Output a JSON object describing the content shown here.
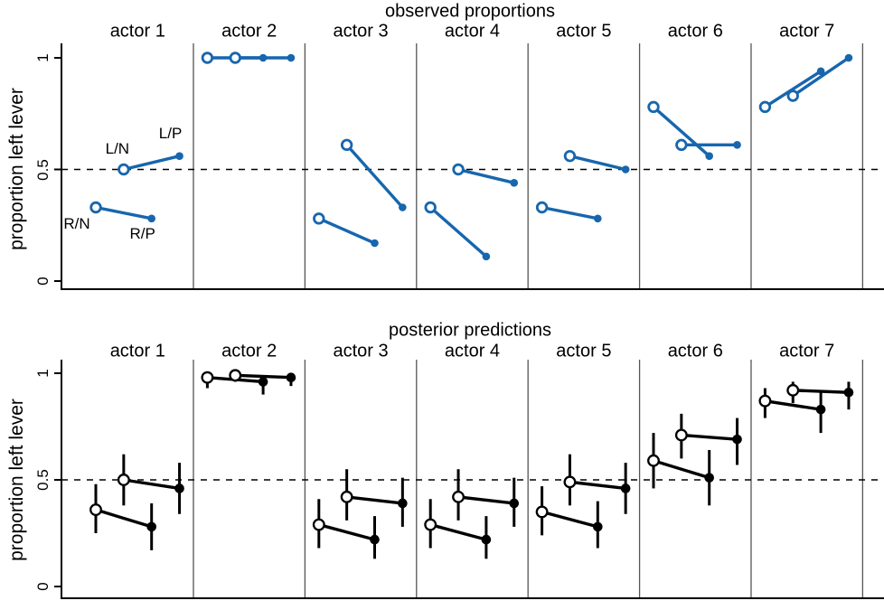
{
  "figure": {
    "top_title": "observed proportions",
    "bottom_title": "posterior predictions",
    "y_axis_label": "proportion left lever",
    "y_ticks": [
      "0",
      "0.5",
      "1"
    ],
    "actors": [
      "actor 1",
      "actor 2",
      "actor 3",
      "actor 4",
      "actor 5",
      "actor 6",
      "actor 7"
    ],
    "conditions": [
      "R/N",
      "L/N",
      "R/P",
      "L/P"
    ],
    "reference_level": 0.5,
    "colors": {
      "observed_blue": "#1766AE",
      "posterior_black": "#000000",
      "separator_gray": "#555555",
      "background": "#ffffff"
    }
  },
  "chart_data": [
    {
      "type": "line",
      "title": "observed proportions",
      "ylabel": "proportion left lever",
      "ylim": [
        0,
        1
      ],
      "yticks": [
        0,
        0.5,
        1
      ],
      "reference_line_y": 0.5,
      "categories": [
        "R/N",
        "L/N",
        "R/P",
        "L/P"
      ],
      "open_markers": [
        "R/N",
        "L/N"
      ],
      "filled_markers": [
        "R/P",
        "L/P"
      ],
      "connected_pairs": [
        [
          "R/N",
          "R/P"
        ],
        [
          "L/N",
          "L/P"
        ]
      ],
      "grid": false,
      "legend": "none",
      "actors": [
        {
          "name": "actor 1",
          "values": [
            0.33,
            0.5,
            0.28,
            0.56
          ]
        },
        {
          "name": "actor 2",
          "values": [
            1.0,
            1.0,
            1.0,
            1.0
          ]
        },
        {
          "name": "actor 3",
          "values": [
            0.28,
            0.61,
            0.17,
            0.33
          ]
        },
        {
          "name": "actor 4",
          "values": [
            0.33,
            0.5,
            0.11,
            0.44
          ]
        },
        {
          "name": "actor 5",
          "values": [
            0.33,
            0.56,
            0.28,
            0.5
          ]
        },
        {
          "name": "actor 6",
          "values": [
            0.78,
            0.61,
            0.56,
            0.61
          ]
        },
        {
          "name": "actor 7",
          "values": [
            0.78,
            0.83,
            0.94,
            1.0
          ]
        }
      ]
    },
    {
      "type": "pointrange",
      "title": "posterior predictions",
      "ylabel": "proportion left lever",
      "ylim": [
        0,
        1
      ],
      "yticks": [
        0,
        0.5,
        1
      ],
      "reference_line_y": 0.5,
      "categories": [
        "R/N",
        "L/N",
        "R/P",
        "L/P"
      ],
      "open_markers": [
        "R/N",
        "L/N"
      ],
      "filled_markers": [
        "R/P",
        "L/P"
      ],
      "connected_pairs": [
        [
          "R/N",
          "R/P"
        ],
        [
          "L/N",
          "L/P"
        ]
      ],
      "grid": false,
      "legend": "none",
      "actors": [
        {
          "name": "actor 1",
          "means": [
            0.36,
            0.5,
            0.28,
            0.46
          ],
          "ci_low": [
            0.25,
            0.38,
            0.17,
            0.34
          ],
          "ci_high": [
            0.48,
            0.62,
            0.39,
            0.58
          ]
        },
        {
          "name": "actor 2",
          "means": [
            0.98,
            0.99,
            0.96,
            0.98
          ],
          "ci_low": [
            0.93,
            0.96,
            0.9,
            0.94
          ],
          "ci_high": [
            1.0,
            1.0,
            0.99,
            1.0
          ]
        },
        {
          "name": "actor 3",
          "means": [
            0.29,
            0.42,
            0.22,
            0.39
          ],
          "ci_low": [
            0.18,
            0.31,
            0.13,
            0.28
          ],
          "ci_high": [
            0.41,
            0.55,
            0.33,
            0.51
          ]
        },
        {
          "name": "actor 4",
          "means": [
            0.29,
            0.42,
            0.22,
            0.39
          ],
          "ci_low": [
            0.18,
            0.31,
            0.13,
            0.28
          ],
          "ci_high": [
            0.41,
            0.55,
            0.33,
            0.51
          ]
        },
        {
          "name": "actor 5",
          "means": [
            0.35,
            0.49,
            0.28,
            0.46
          ],
          "ci_low": [
            0.24,
            0.38,
            0.18,
            0.34
          ],
          "ci_high": [
            0.47,
            0.62,
            0.4,
            0.58
          ]
        },
        {
          "name": "actor 6",
          "means": [
            0.59,
            0.71,
            0.51,
            0.69
          ],
          "ci_low": [
            0.46,
            0.6,
            0.38,
            0.57
          ],
          "ci_high": [
            0.72,
            0.81,
            0.64,
            0.79
          ]
        },
        {
          "name": "actor 7",
          "means": [
            0.87,
            0.92,
            0.83,
            0.91
          ],
          "ci_low": [
            0.79,
            0.86,
            0.72,
            0.83
          ],
          "ci_high": [
            0.93,
            0.96,
            0.91,
            0.96
          ]
        }
      ]
    }
  ]
}
